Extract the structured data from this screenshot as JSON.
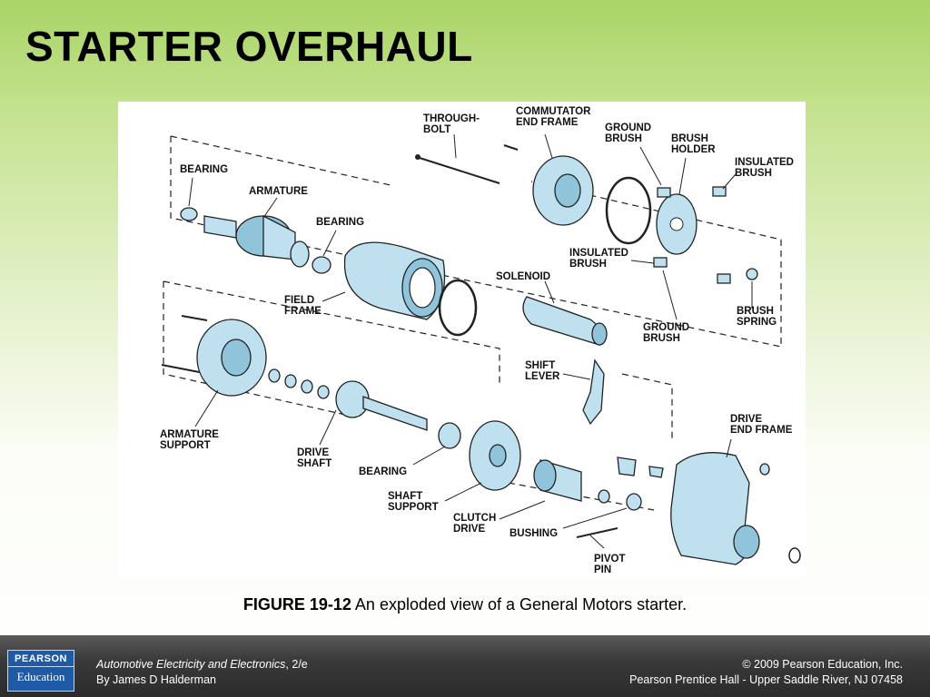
{
  "slide": {
    "title": "STARTER OVERHAUL"
  },
  "figure": {
    "labels": {
      "through_bolt": [
        "THROUGH-",
        "BOLT"
      ],
      "commutator_end_frame": [
        "COMMUTATOR",
        "END FRAME"
      ],
      "ground_brush_top": [
        "GROUND",
        "BRUSH"
      ],
      "brush_holder": [
        "BRUSH",
        "HOLDER"
      ],
      "insulated_brush_top": [
        "INSULATED",
        "BRUSH"
      ],
      "bearing_left": [
        "BEARING"
      ],
      "armature": [
        "ARMATURE"
      ],
      "bearing_middle": [
        "BEARING"
      ],
      "field_frame": [
        "FIELD",
        "FRAME"
      ],
      "insulated_brush_mid": [
        "INSULATED",
        "BRUSH"
      ],
      "solenoid": [
        "SOLENOID"
      ],
      "ground_brush_bottom": [
        "GROUND",
        "BRUSH"
      ],
      "brush_spring": [
        "BRUSH",
        "SPRING"
      ],
      "shift_lever": [
        "SHIFT",
        "LEVER"
      ],
      "drive_end_frame": [
        "DRIVE",
        "END FRAME"
      ],
      "armature_support": [
        "ARMATURE",
        "SUPPORT"
      ],
      "drive_shaft": [
        "DRIVE",
        "SHAFT"
      ],
      "bearing_lower": [
        "BEARING"
      ],
      "shaft_support": [
        "SHAFT",
        "SUPPORT"
      ],
      "clutch_drive": [
        "CLUTCH",
        "DRIVE"
      ],
      "bushing": [
        "BUSHING"
      ],
      "pivot_pin": [
        "PIVOT",
        "PIN"
      ]
    }
  },
  "caption": {
    "figure_number": "FIGURE 19-12",
    "text": " An exploded view of a General Motors starter."
  },
  "footer": {
    "logo_line1": "PEARSON",
    "logo_line2": "Education",
    "book_title": "Automotive Electricity and Electronics",
    "edition": ", 2/e",
    "author": "By James D Halderman",
    "copyright": "© 2009 Pearson Education, Inc.",
    "publisher": "Pearson Prentice Hall - Upper Saddle River, NJ 07458"
  },
  "colors": {
    "part_fill": "#bfe1ef",
    "logo_blue": "#1f5aa6"
  }
}
